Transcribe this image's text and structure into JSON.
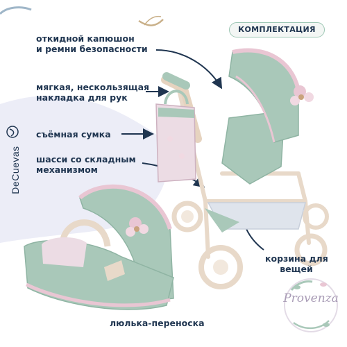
{
  "labels": {
    "hood": [
      "откидной капюшон",
      "и ремни безопасности"
    ],
    "handle": [
      "мягкая, нескользящая",
      "накладка для рук"
    ],
    "bag": [
      "съёмная сумка"
    ],
    "chassis": [
      "шасси со складным",
      "механизмом"
    ],
    "basket": [
      "корзина для",
      "вещей"
    ],
    "carrycot": [
      "люлька-переноска"
    ]
  },
  "badge": "КОМПЛЕКТАЦИЯ",
  "brand": "DeCuevas",
  "collection": "Provenza",
  "colors": {
    "text": "#1f3550",
    "mint": "#9fc2b3",
    "pink": "#e9c6d3",
    "frame": "#efe3d6"
  }
}
